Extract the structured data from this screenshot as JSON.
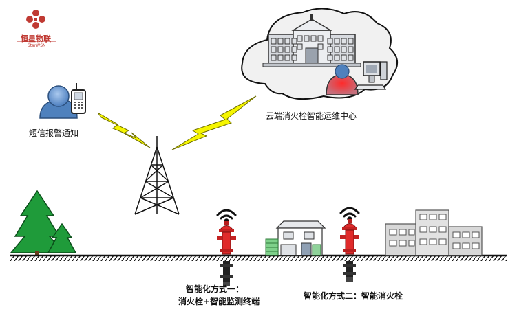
{
  "logo": {
    "name": "恒星物联",
    "subtitle": "StarWSN",
    "color": "#c03a33"
  },
  "labels": {
    "sms": "短信报警通知",
    "cloud_center": "云端消火栓智能运维中心",
    "method_one_title": "智能化方式一：",
    "method_one_desc": "消火栓+智能监测终端",
    "method_two": "智能化方式二：智能消火栓"
  },
  "icons": [
    "logo-icon",
    "person-phone-icon",
    "cloud-icon",
    "building-icon",
    "operator-icon",
    "computer-icon",
    "lightning-icon",
    "tower-icon",
    "tree-icon",
    "hydrant-icon",
    "wifi-icon",
    "house-icon",
    "factory-icon"
  ],
  "colors": {
    "hydrant": "#d92b2b",
    "lightning": "#f5f500",
    "cloud": "#f1f1f1",
    "ground": "#111111"
  }
}
